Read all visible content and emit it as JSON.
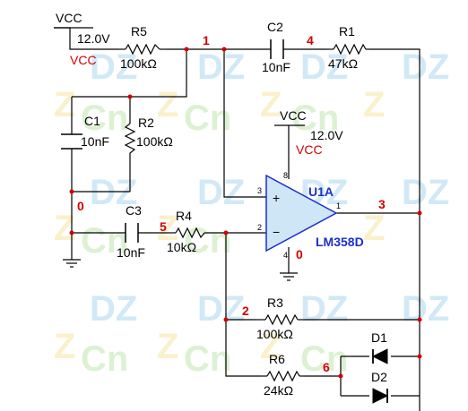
{
  "watermark": {
    "dz": "DZ",
    "z": "Z",
    "cn": "Cn"
  },
  "colors": {
    "wire": "#000000",
    "node_label": "#d40000",
    "part_label": "#1a2fd0",
    "opamp_fill": "#cfe6f6",
    "opamp_stroke": "#1a2fd0",
    "wm_blue": "#7bbfe8",
    "wm_yellow": "#f2d36b",
    "wm_green": "#9cd67e"
  },
  "power_top": {
    "name": "VCC",
    "value": "12.0V",
    "net": "VCC"
  },
  "power_opamp": {
    "name": "VCC",
    "value": "12.0V",
    "net": "VCC"
  },
  "components": {
    "R5": {
      "ref": "R5",
      "value": "100kΩ"
    },
    "C2": {
      "ref": "C2",
      "value": "10nF"
    },
    "R1": {
      "ref": "R1",
      "value": "47kΩ"
    },
    "C1": {
      "ref": "C1",
      "value": "10nF"
    },
    "R2": {
      "ref": "R2",
      "value": "100kΩ"
    },
    "C3": {
      "ref": "C3",
      "value": "10nF"
    },
    "R4": {
      "ref": "R4",
      "value": "10kΩ"
    },
    "U1": {
      "ref": "U1A",
      "part": "LM358D",
      "pin_plus": "3",
      "pin_minus": "2",
      "pin_out": "1",
      "pin_vcc": "8",
      "pin_gnd": "4",
      "plus_sign": "+",
      "minus_sign": "−"
    },
    "R3": {
      "ref": "R3",
      "value": "100kΩ"
    },
    "R6": {
      "ref": "R6",
      "value": "24kΩ"
    },
    "D1": {
      "ref": "D1"
    },
    "D2": {
      "ref": "D2"
    }
  },
  "nodes": {
    "n0": "0",
    "n0b": "0",
    "n1": "1",
    "n2": "2",
    "n3": "3",
    "n4": "4",
    "n5": "5",
    "n6": "6"
  }
}
